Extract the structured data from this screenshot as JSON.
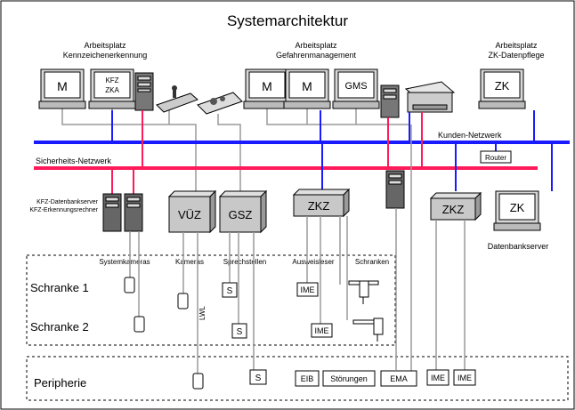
{
  "title": "Systemarchitektur",
  "workplaces": {
    "kennzeichen": [
      "Arbeitsplatz",
      "Kennzeichenerkennung"
    ],
    "gefahren": [
      "Arbeitsplatz",
      "Gefahrenmanagement"
    ],
    "zk": [
      "Arbeitsplatz",
      "ZK-Datenpflege"
    ]
  },
  "monitors": {
    "m1": "M",
    "kfz": [
      "KFZ",
      "ZKA"
    ],
    "m2": "M",
    "m3": "M",
    "gms": "GMS",
    "zk_top": "ZK",
    "zk_db": "ZK"
  },
  "networks": {
    "kunden": "Kunden-Netzwerk",
    "sicherheit": "Sicherheits-Netzwerk",
    "router": "Router"
  },
  "servers": {
    "kfz": [
      "KFZ-Datenbankserver",
      "KFZ-Erkennungsrechner"
    ],
    "db": "Datenbankserver"
  },
  "boxes": {
    "vuz": "VÜZ",
    "gsz": "GSZ",
    "zkz1": "ZKZ",
    "zkz2": "ZKZ"
  },
  "columns": {
    "systemkameras": "Systemkameras",
    "kameras": "Kameras",
    "sprechstellen": "Sprechstellen",
    "ausweisleser": "Ausweisleser",
    "schranken": "Schranken"
  },
  "zones": {
    "schranke1": "Schranke 1",
    "schranke2": "Schranke 2",
    "peripherie": "Peripherie"
  },
  "lwl": "LWL",
  "devices": {
    "s1": "S",
    "s2": "S",
    "s3": "S",
    "ime1": "IME",
    "ime2": "IME",
    "ime3": "IME",
    "ime4": "IME",
    "eib": "EIB",
    "stoerungen": "Störungen",
    "ema": "EMA"
  },
  "colors": {
    "kunden_netz": "#1a1aff",
    "sicherheit_netz": "#ff1a5a",
    "box_fill": "#c8c8c8",
    "monitor_bezel": "#d8d8d8"
  }
}
